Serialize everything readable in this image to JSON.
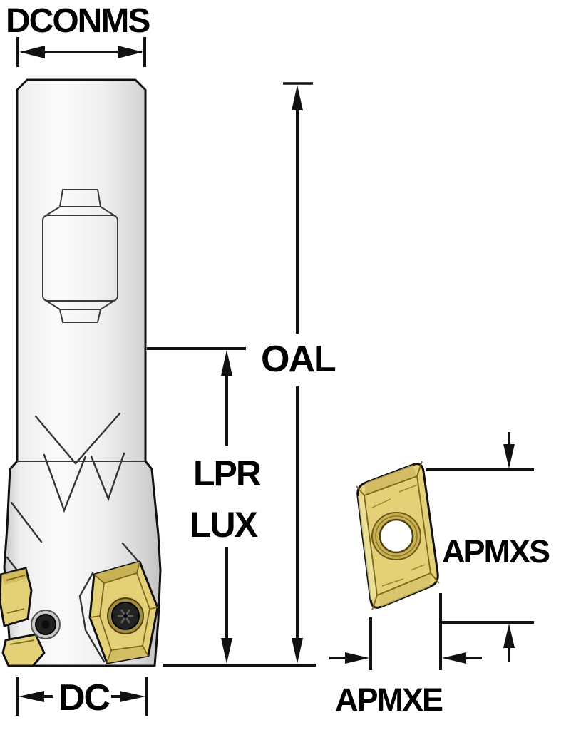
{
  "figure": {
    "dimension_labels": {
      "dconms": "DCONMS",
      "oal": "OAL",
      "lpr": "LPR",
      "lux": "LUX",
      "dc": "DC",
      "apmxs": "APMXS",
      "apmxe": "APMXE"
    },
    "colors": {
      "line": "#111111",
      "insert_gold": "#e4d077",
      "insert_gold_shade": "#c9b254",
      "insert_gold_highlight": "#efe49f",
      "body_fill_light": "#fbfbfb",
      "body_fill_dark": "#c2c2c2",
      "screw_dark": "#222222",
      "background": "#ffffff"
    }
  }
}
